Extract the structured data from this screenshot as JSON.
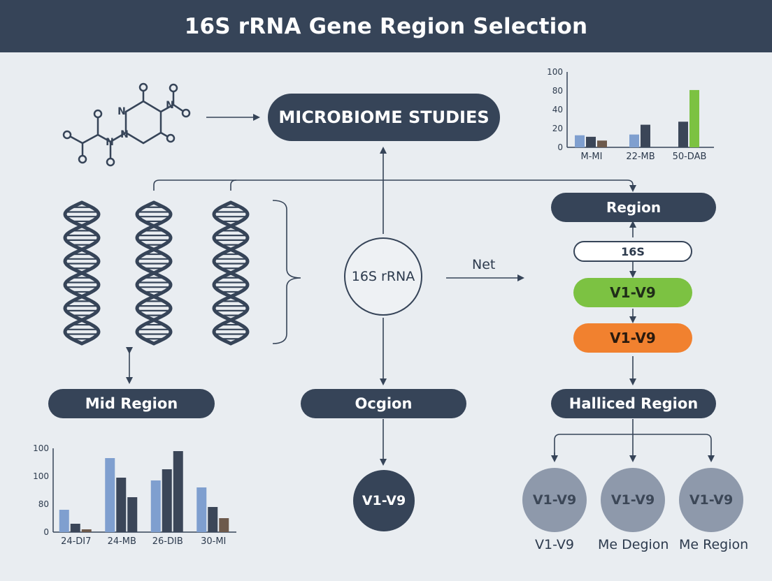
{
  "title": "16S rRNA Gene Region Selection",
  "nodes": {
    "microbiome": "MICROBIOME STUDIES",
    "center_circle": "16S rRNA",
    "net_label": "Net",
    "region": "Region",
    "s16": "16S",
    "v_green": "V1-V9",
    "v_orange": "V1-V9",
    "halliced": "Halliced Region",
    "mid_region": "Mid Region",
    "ocgion": "Ocgion",
    "v_bottom": "V1-V9"
  },
  "circles": [
    {
      "label": "V1-V9",
      "caption": "V1-V9"
    },
    {
      "label": "V1-V9",
      "caption": "Me Degion"
    },
    {
      "label": "V1-V9",
      "caption": "Me Region"
    }
  ],
  "colors": {
    "navy": "#364458",
    "green": "#7cc242",
    "orange": "#f1812f",
    "grey_circle": "#8e99ab",
    "blue_bar": "#7f9fcf",
    "dark_bar": "#3b4658",
    "brown_bar": "#6d5a4c"
  },
  "chart_data": [
    {
      "type": "bar",
      "categories": [
        "M-MI",
        "22-MB",
        "50-DAB"
      ],
      "series": [
        {
          "color": "#7f9fcf",
          "values": [
            16,
            17,
            null
          ]
        },
        {
          "color": "#3b4658",
          "values": [
            14,
            30,
            34
          ]
        },
        {
          "color": "#6d5a4c",
          "values": [
            9,
            null,
            null
          ]
        },
        {
          "color": "#7cc242",
          "values": [
            null,
            null,
            76
          ]
        }
      ],
      "yticks": [
        "100",
        "80",
        "40",
        "20",
        "0"
      ],
      "ylim": [
        0,
        100
      ],
      "title": "",
      "xlabel": "",
      "ylabel": ""
    },
    {
      "type": "bar",
      "categories": [
        "24-DI7",
        "24-MB",
        "26-DIB",
        "30-MI"
      ],
      "series": [
        {
          "color": "#7f9fcf",
          "values": [
            76,
            113,
            97,
            92
          ]
        },
        {
          "color": "#3b4658",
          "values": [
            66,
            99,
            105,
            78
          ]
        },
        {
          "color": "#3b4658",
          "values": [
            null,
            85,
            118,
            null
          ]
        },
        {
          "color": "#6d5a4c",
          "values": [
            62,
            null,
            null,
            70
          ]
        }
      ],
      "yticks": [
        "100",
        "100",
        "80",
        "0"
      ],
      "ylim": [
        60,
        120
      ],
      "title": "",
      "xlabel": "",
      "ylabel": ""
    }
  ]
}
